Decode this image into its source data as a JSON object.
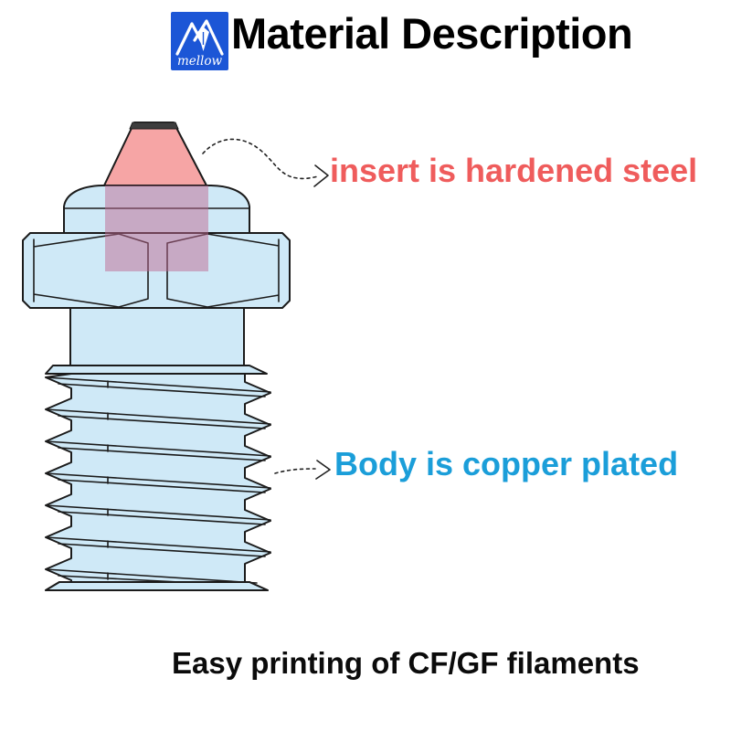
{
  "header": {
    "brand": "mellow",
    "title": "Material Description",
    "logo_color": "#1c56d6"
  },
  "annotations": {
    "insert_label": "insert is hardened steel",
    "insert_color": "#ef5c5c",
    "body_label": "Body is copper plated",
    "body_color": "#1b9ed9"
  },
  "footer": {
    "caption": "Easy printing of CF/GF filaments"
  },
  "diagram": {
    "part_fill": "#cfe9f7",
    "outline_color": "#1b1b1b",
    "insert_fill": "#f6a5a5",
    "insert_overlay_fill": "rgba(191,105,145,0.5)"
  }
}
